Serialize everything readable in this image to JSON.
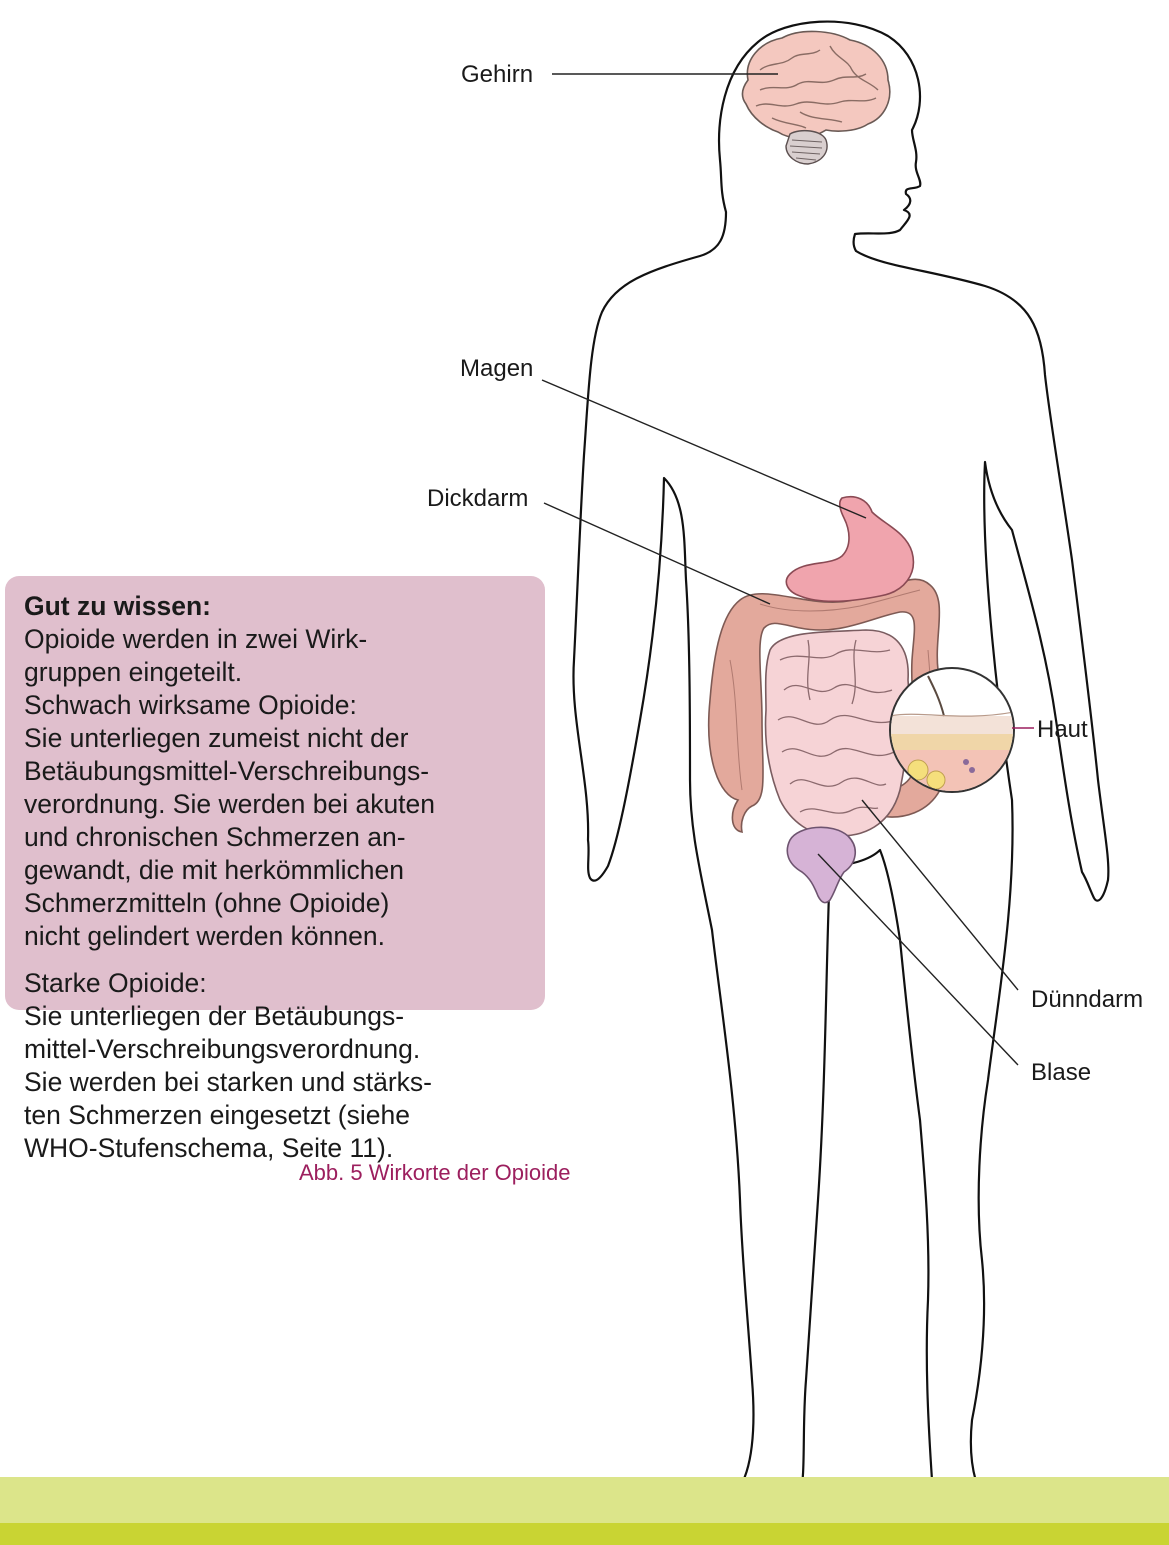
{
  "labels": {
    "brain": "Gehirn",
    "stomach": "Magen",
    "colon": "Dickdarm",
    "small_intestine": "Dünndarm",
    "bladder": "Blase",
    "skin": "Haut"
  },
  "info_box": {
    "title": "Gut zu wissen:",
    "lines": [
      "Opioide werden in zwei Wirk-",
      "gruppen eingeteilt.",
      "Schwach wirksame Opioide:",
      "Sie unterliegen zumeist nicht der",
      "Betäubungsmittel-Verschreibungs-",
      "verordnung. Sie werden bei akuten",
      "und chronischen Schmerzen an-",
      "gewandt, die mit herkömmlichen",
      "Schmerzmitteln (ohne Opioide)",
      "nicht gelindert werden können.",
      "Starke Opioide:",
      "Sie unterliegen der Betäubungs-",
      "mittel-Verschreibungsverordnung.",
      "Sie werden bei starken und stärks-",
      "ten Schmerzen eingesetzt (siehe",
      "WHO-Stufenschema, Seite 11)."
    ]
  },
  "caption": "Abb. 5  Wirkorte der Opioide",
  "colors": {
    "info_box_bg": "#e0bfcd",
    "caption_text": "#9c1f5e",
    "band_light": "#dce58a",
    "band_dark": "#c9d433",
    "stomach": "#f0a4ad",
    "colon": "#e3a99c",
    "small_intestine": "#f6d3d6",
    "bladder": "#d6b3d6",
    "brain": "#f4c8bf"
  }
}
